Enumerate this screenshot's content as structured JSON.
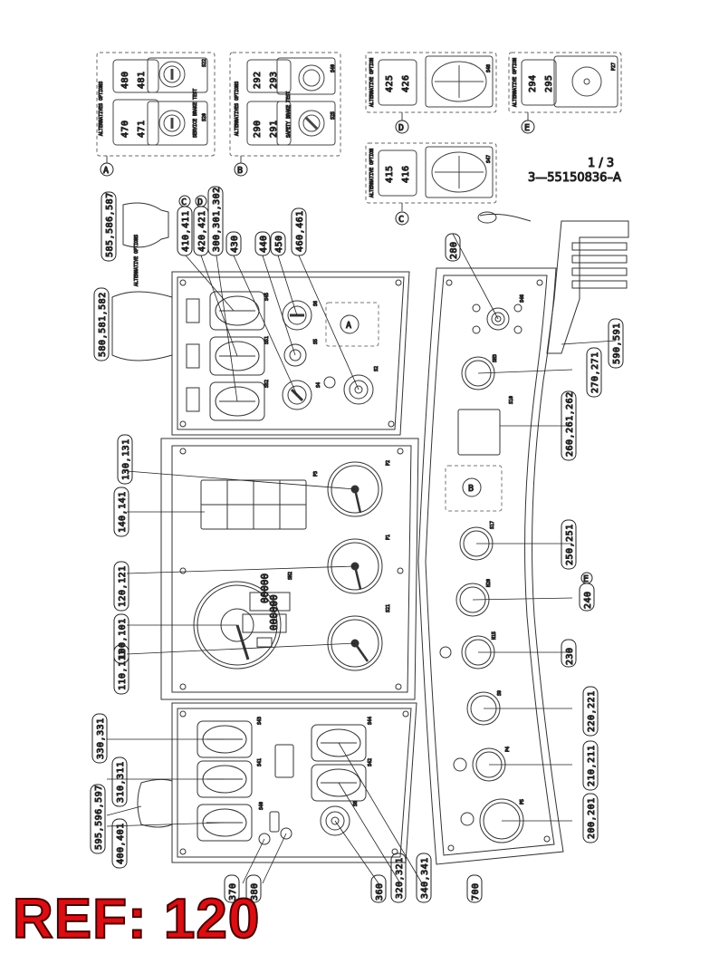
{
  "document": {
    "sheet": "1 / 3",
    "number": "3—55150836–A",
    "ref_label": "REF: 120"
  },
  "options": {
    "A": {
      "letter": "A",
      "title": "ALTERNATIVES OPTIONS",
      "numbers": [
        "480",
        "481",
        "470",
        "471"
      ],
      "switch_texts": [
        "S22",
        "S20",
        "SERVICE BRAKE TEST"
      ]
    },
    "B": {
      "letter": "B",
      "title": "ALTERNATIVES OPTIONS",
      "numbers": [
        "292",
        "293",
        "290",
        "291"
      ],
      "switch_texts": [
        "S40",
        "S25",
        "SAFETY BRAKE TEST"
      ]
    },
    "D": {
      "letter": "D",
      "title": "ALTERNATIVE OPTION",
      "numbers": [
        "425",
        "426"
      ],
      "switch_texts": [
        "S48"
      ]
    },
    "E": {
      "letter": "E",
      "title": "ALTERNATIVE OPTION",
      "numbers": [
        "294",
        "295"
      ],
      "switch_texts": [
        "P27"
      ]
    },
    "C": {
      "letter": "C",
      "title": "ALTERNATIVE OPTION",
      "numbers": [
        "415",
        "416"
      ],
      "switch_texts": [
        "S47"
      ]
    }
  },
  "callouts": {
    "c585": "585,586,587",
    "c580": "580,581,582",
    "c410": "410,411",
    "c410_letter": "C",
    "c420": "420,421",
    "c420_letter": "D",
    "c300": "300,301,302",
    "c430": "430",
    "c440": "440",
    "c450": "450",
    "c460": "460,461",
    "c130": "130,131",
    "c140": "140,141",
    "c120": "120,121",
    "c100": "100,101",
    "c110": "110,111",
    "c330": "330,331",
    "c310": "310,311",
    "c595": "595,596,597",
    "c400": "400,401",
    "c370": "370",
    "c380": "380",
    "c360": "360",
    "c320": "320,321",
    "c340": "340,341",
    "c700": "700",
    "c280": "280",
    "c590": "590,591",
    "c270": "270,271",
    "c260": "260,261,262",
    "c250": "250,251",
    "c240": "240",
    "c240_letter": "E",
    "c230": "230",
    "c220": "220,221",
    "c210": "210,211",
    "c200": "200,201",
    "alt_options": "ALTERNATIVE OPTIONS"
  },
  "panel_marks": {
    "box_A": "A",
    "box_B": "B",
    "sw": [
      "S45",
      "S51",
      "S52",
      "S5",
      "S6",
      "S4",
      "S2",
      "S43",
      "S41",
      "S40",
      "S44",
      "S42",
      "S8",
      "S46",
      "SH3",
      "S10",
      "S17",
      "H20",
      "H15",
      "S9",
      "SH2",
      "S21",
      "P1",
      "P2",
      "P3",
      "P4",
      "P5"
    ],
    "odometer": "00000",
    "trip": "000000"
  }
}
